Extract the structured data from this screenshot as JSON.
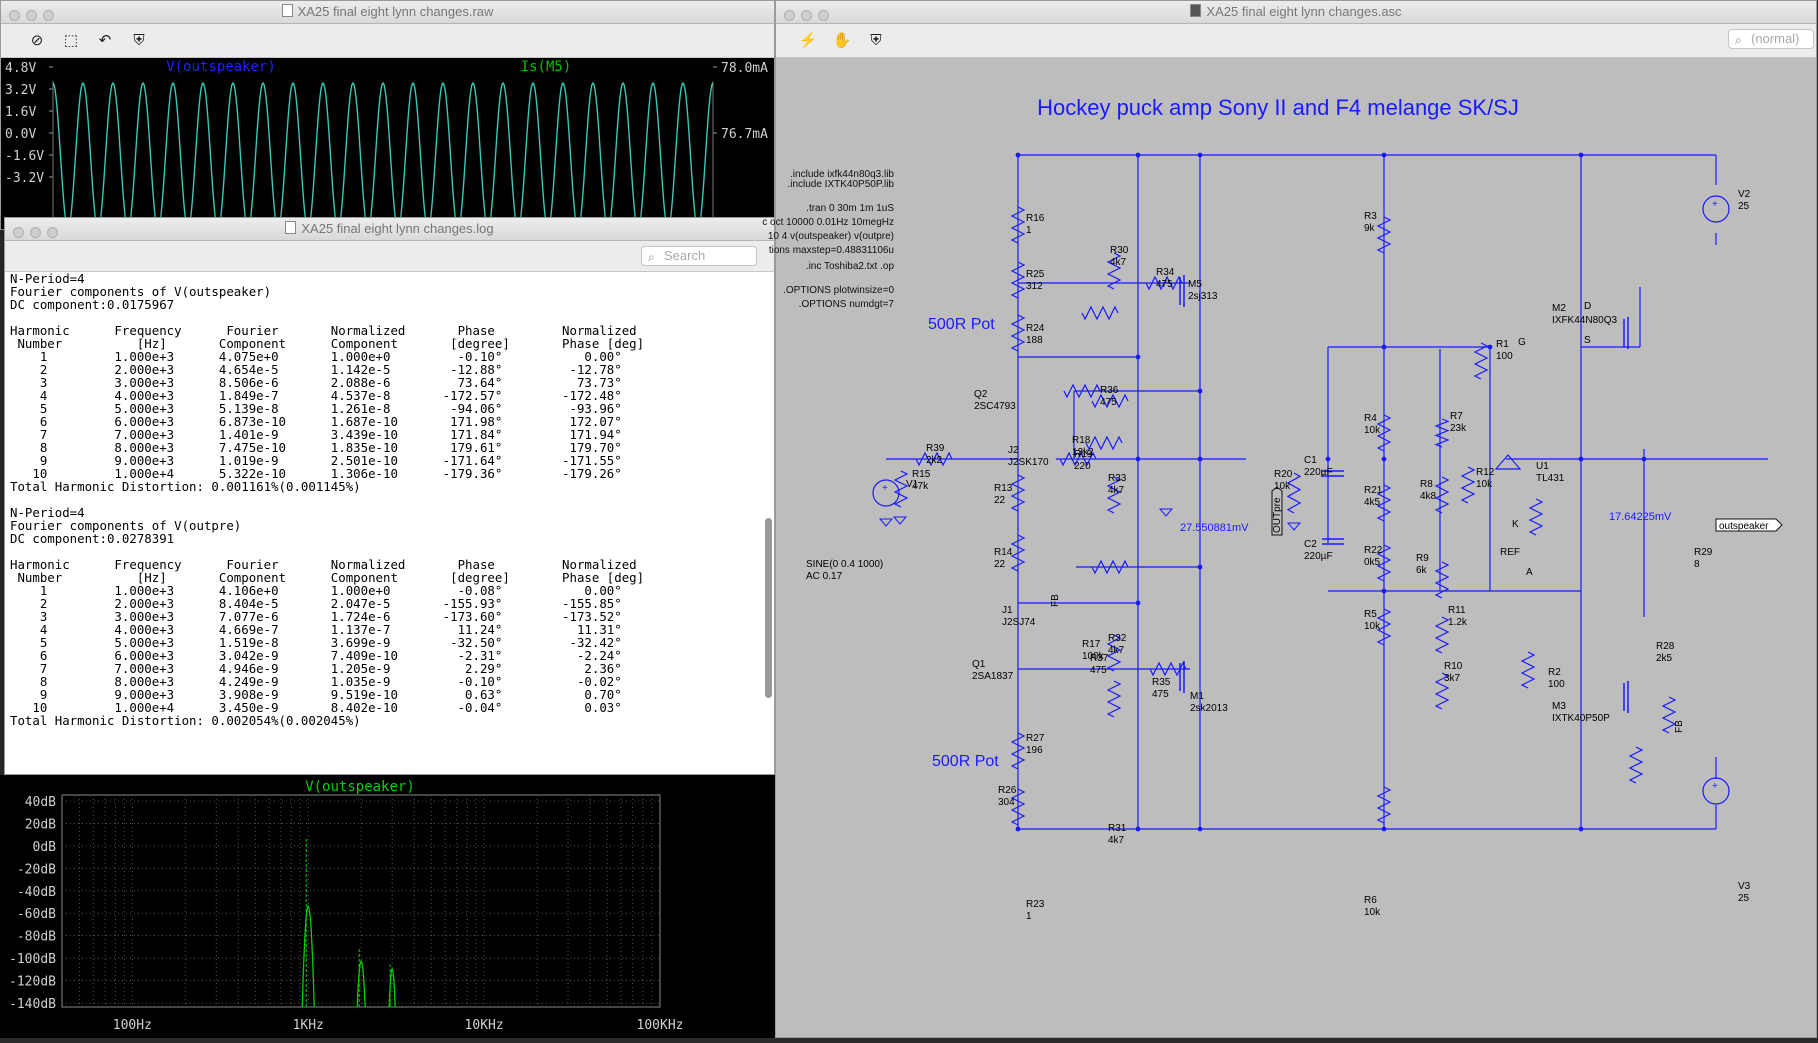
{
  "waveform_window": {
    "title": "XA25 final eight lynn changes.raw",
    "trace1": "V(outspeaker)",
    "trace2": "Is(M5)",
    "left_ticks": [
      "4.8V",
      "3.2V",
      "1.6V",
      "0.0V",
      "-1.6V",
      "-3.2V"
    ],
    "right_ticks": [
      "78.0mA",
      "76.7mA"
    ],
    "colors": {
      "trace1": "#2020ff",
      "trace2": "#00c000",
      "wave": "#39c8b8"
    }
  },
  "log_window": {
    "title": "XA25 final eight lynn changes.log",
    "search_placeholder": "Search",
    "text": "N-Period=4\nFourier components of V(outspeaker)\nDC component:0.0175967\n\nHarmonic      Frequency      Fourier       Normalized       Phase         Normalized\n Number          [Hz]       Component      Component       [degree]       Phase [deg]\n    1         1.000e+3      4.075e+0       1.000e+0         -0.10°           0.00°\n    2         2.000e+3      4.654e-5       1.142e-5        -12.88°         -12.78°\n    3         3.000e+3      8.506e-6       2.088e-6         73.64°          73.73°\n    4         4.000e+3      1.849e-7       4.537e-8       -172.57°        -172.48°\n    5         5.000e+3      5.139e-8       1.261e-8        -94.06°         -93.96°\n    6         6.000e+3      6.873e-10      1.687e-10       171.98°         172.07°\n    7         7.000e+3      1.401e-9       3.439e-10       171.84°         171.94°\n    8         8.000e+3      7.475e-10      1.835e-10       179.61°         179.70°\n    9         9.000e+3      1.019e-9       2.501e-10      -171.64°        -171.55°\n   10         1.000e+4      5.322e-10      1.306e-10      -179.36°        -179.26°\nTotal Harmonic Distortion: 0.001161%(0.001145%)\n\nN-Period=4\nFourier components of V(outpre)\nDC component:0.0278391\n\nHarmonic      Frequency      Fourier       Normalized       Phase         Normalized\n Number          [Hz]       Component      Component       [degree]       Phase [deg]\n    1         1.000e+3      4.106e+0       1.000e+0         -0.08°           0.00°\n    2         2.000e+3      8.404e-5       2.047e-5       -155.93°        -155.85°\n    3         3.000e+3      7.077e-6       1.724e-6       -173.60°        -173.52°\n    4         4.000e+3      4.669e-7       1.137e-7         11.24°          11.31°\n    5         5.000e+3      1.519e-8       3.699e-9        -32.50°         -32.42°\n    6         6.000e+3      3.042e-9       7.409e-10        -2.31°          -2.24°\n    7         7.000e+3      4.946e-9       1.205e-9          2.29°           2.36°\n    8         8.000e+3      4.249e-9       1.035e-9         -0.10°          -0.02°\n    9         9.000e+3      3.908e-9       9.519e-10         0.63°           0.70°\n   10         1.000e+4      3.450e-9       8.402e-10        -0.04°           0.03°\nTotal Harmonic Distortion: 0.002054%(0.002045%)"
  },
  "fft_plot": {
    "trace": "V(outspeaker)",
    "y_ticks": [
      "40dB",
      "20dB",
      "0dB",
      "-20dB",
      "-40dB",
      "-60dB",
      "-80dB",
      "-100dB",
      "-120dB",
      "-140dB"
    ],
    "x_ticks": [
      "100Hz",
      "1KHz",
      "10KHz",
      "100KHz"
    ],
    "color": "#00d000"
  },
  "schematic_window": {
    "title": "XA25 final eight lynn changes.asc",
    "search_placeholder": "(normal)",
    "heading": "Hockey puck amp Sony II and F4 melange SK/SJ",
    "directives": [
      ".include ixfk44n80q3.lib",
      ".include IXTK40P50P.lib",
      ".tran 0 30m 1m 1uS",
      "c oct 10000 0.01Hz 10megHz",
      "10 4 v(outspeaker) v(outpre)",
      "tions maxstep=0.48831106u",
      ".inc Toshiba2.txt      .op",
      ".OPTIONS plotwinsize=0",
      ".OPTIONS numdgt=7"
    ],
    "pot_label": "500R Pot",
    "v1_spec": [
      "SINE(0 0.4 1000)",
      "AC 0.17"
    ],
    "node_voltage_1": "27.550881mV",
    "node_voltage_2": "17.64225mV",
    "net_outpre": "OUTpre",
    "net_outspeaker": "outspeaker",
    "net_fb": "FB",
    "components": [
      {
        "ref": "R16",
        "val": "1"
      },
      {
        "ref": "R25",
        "val": "312"
      },
      {
        "ref": "R24",
        "val": "188"
      },
      {
        "ref": "R30",
        "val": "4k7"
      },
      {
        "ref": "R34",
        "val": "475"
      },
      {
        "ref": "M5",
        "val": "2sj313"
      },
      {
        "ref": "Q2",
        "val": "2SC4793"
      },
      {
        "ref": "R36",
        "val": "475"
      },
      {
        "ref": "J2",
        "val": "J2SK170"
      },
      {
        "ref": "R18",
        "val": "13k2"
      },
      {
        "ref": "R13",
        "val": "22"
      },
      {
        "ref": "R33",
        "val": "4k7"
      },
      {
        "ref": "V1",
        "val": ""
      },
      {
        "ref": "R39",
        "val": "2k2"
      },
      {
        "ref": "R15",
        "val": "47k"
      },
      {
        "ref": "R19",
        "val": "220"
      },
      {
        "ref": "R14",
        "val": "22"
      },
      {
        "ref": "R20",
        "val": "10k"
      },
      {
        "ref": "R32",
        "val": "4k7"
      },
      {
        "ref": "J1",
        "val": "J2SJ74"
      },
      {
        "ref": "R17",
        "val": "100k"
      },
      {
        "ref": "Q1",
        "val": "2SA1837"
      },
      {
        "ref": "R37",
        "val": "475"
      },
      {
        "ref": "R27",
        "val": "196"
      },
      {
        "ref": "R35",
        "val": "475"
      },
      {
        "ref": "M1",
        "val": "2sk2013"
      },
      {
        "ref": "R26",
        "val": "304"
      },
      {
        "ref": "R31",
        "val": "4k7"
      },
      {
        "ref": "R23",
        "val": "1"
      },
      {
        "ref": "R3",
        "val": "9k"
      },
      {
        "ref": "R4",
        "val": "10k"
      },
      {
        "ref": "R21",
        "val": "4k5"
      },
      {
        "ref": "R22",
        "val": "0k5"
      },
      {
        "ref": "R5",
        "val": "10k"
      },
      {
        "ref": "R6",
        "val": "10k"
      },
      {
        "ref": "C1",
        "val": "220µF"
      },
      {
        "ref": "C2",
        "val": "220µF"
      },
      {
        "ref": "R7",
        "val": "23k"
      },
      {
        "ref": "R8",
        "val": "4k8"
      },
      {
        "ref": "R12",
        "val": "10k"
      },
      {
        "ref": "R9",
        "val": "6k"
      },
      {
        "ref": "R11",
        "val": "1.2k"
      },
      {
        "ref": "R10",
        "val": "3k7"
      },
      {
        "ref": "U1",
        "val": "TL431"
      },
      {
        "ref": "R1",
        "val": "100"
      },
      {
        "ref": "M2",
        "val": "IXFK44N80Q3"
      },
      {
        "ref": "R2",
        "val": "100"
      },
      {
        "ref": "M3",
        "val": "IXTK40P50P"
      },
      {
        "ref": "R29",
        "val": "8"
      },
      {
        "ref": "R28",
        "val": "2k5"
      },
      {
        "ref": "V2",
        "val": "25"
      },
      {
        "ref": "V3",
        "val": "25"
      }
    ],
    "u1_pins": [
      "K",
      "REF",
      "A"
    ],
    "m2_pins": [
      "D",
      "G",
      "S"
    ],
    "colors": {
      "wire": "#1a1aff",
      "background": "#bdbdbd"
    }
  }
}
